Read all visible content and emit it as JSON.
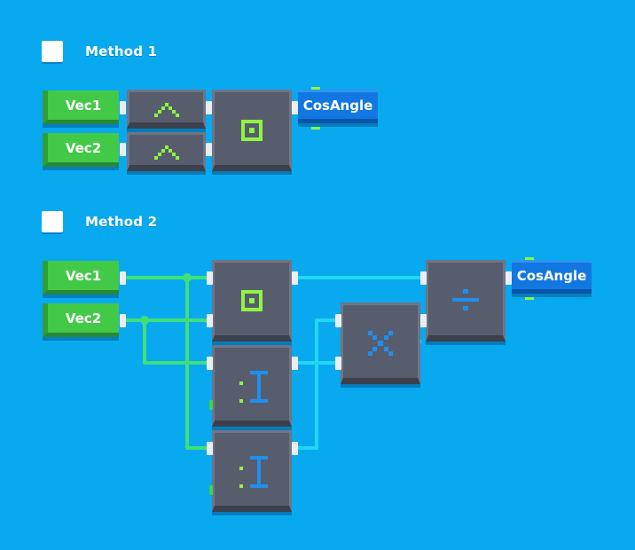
{
  "sections": [
    {
      "title": "Method 1"
    },
    {
      "title": "Method 2"
    }
  ],
  "method1": {
    "inputs": [
      "Vec1",
      "Vec2"
    ],
    "output": "CosAngle"
  },
  "method2": {
    "inputs": [
      "Vec1",
      "Vec2"
    ],
    "output": "CosAngle"
  },
  "colors": {
    "background": "#08a9ef",
    "input_node": "#43c948",
    "output_node": "#1277e0",
    "node_body": "#585d6e",
    "wire_green": "#3ee07a",
    "wire_cyan": "#22d6f5",
    "icon_green": "#8ef542",
    "icon_blue": "#1f8fef"
  },
  "icons": {
    "normalize": "caret-up-icon",
    "dot": "dot-product-icon",
    "length": "length-icon",
    "multiply": "multiply-icon",
    "divide": "divide-icon"
  }
}
